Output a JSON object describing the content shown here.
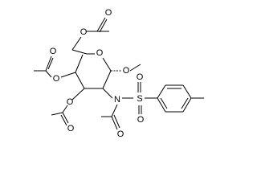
{
  "molecule": {
    "atoms": {
      "o_acetyl_top": "O",
      "o_acetyl_c6": "O",
      "o_ring": "O",
      "o_methoxy": "O",
      "o_acetyl_left_carbonyl": "O",
      "o_acetyl_c4": "O",
      "o_acetyl_c3": "O",
      "o_acetyl_bottom_carbonyl": "O",
      "n_amide": "N",
      "s_sulfonyl": "S",
      "o_sulfonyl_top": "O",
      "o_sulfonyl_bottom": "O",
      "o_acetamide_carbonyl": "O"
    }
  }
}
